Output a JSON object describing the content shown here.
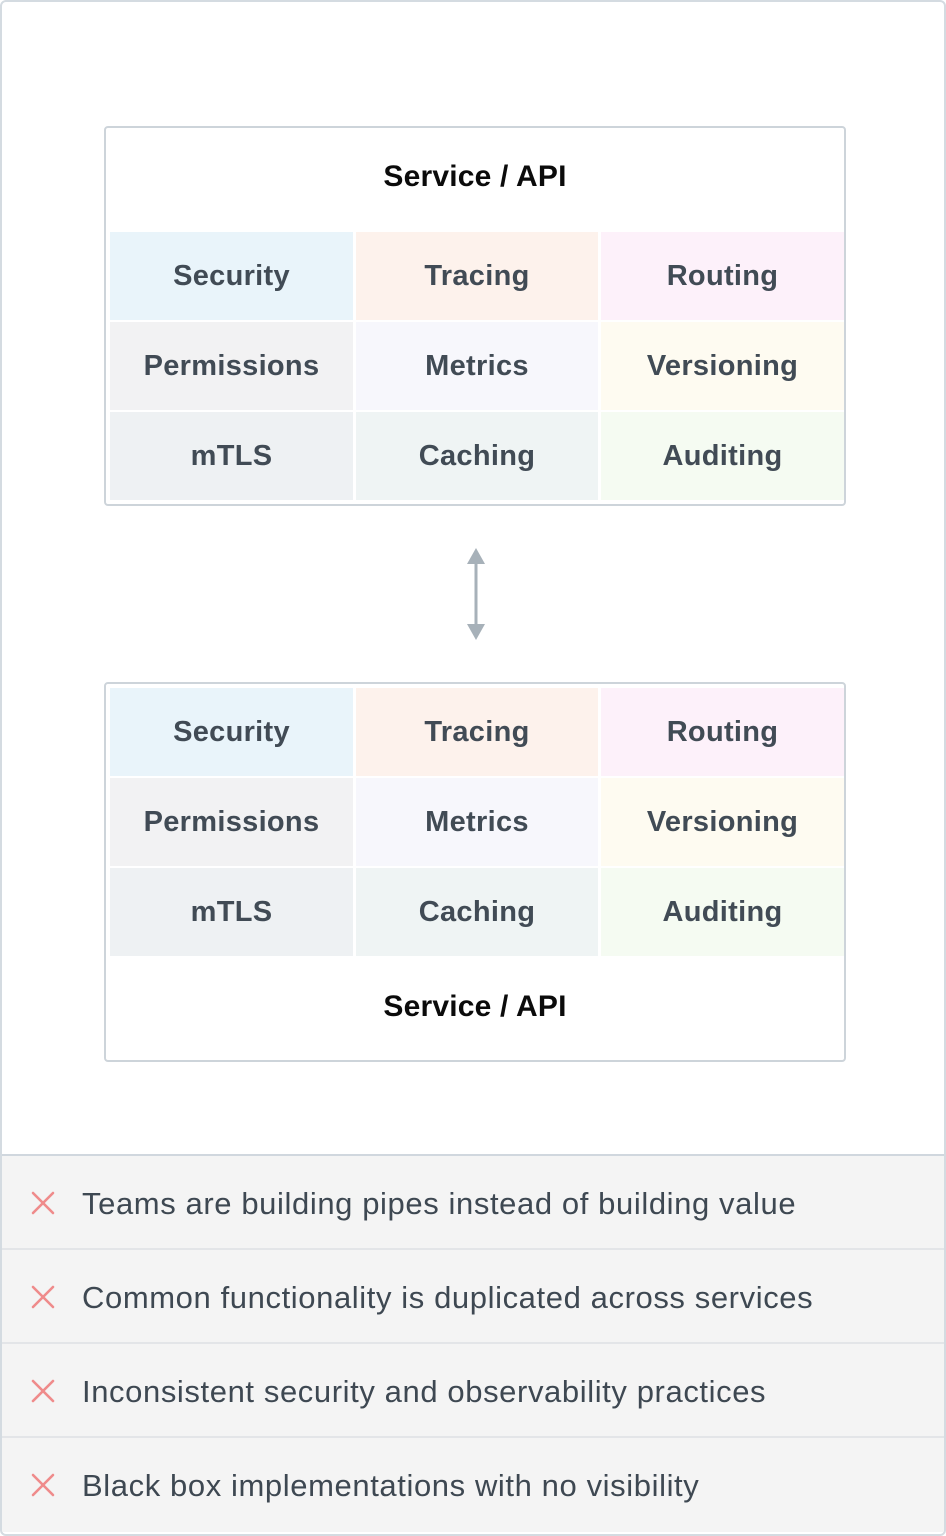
{
  "top_service": {
    "title": "Service / API",
    "cells": [
      {
        "label": "Security",
        "color": "#e9f4fa"
      },
      {
        "label": "Tracing",
        "color": "#fdf2ec"
      },
      {
        "label": "Routing",
        "color": "#fdf1fa"
      },
      {
        "label": "Permissions",
        "color": "#f2f2f3"
      },
      {
        "label": "Metrics",
        "color": "#f7f7fc"
      },
      {
        "label": "Versioning",
        "color": "#fefbf1"
      },
      {
        "label": "mTLS",
        "color": "#eef1f3"
      },
      {
        "label": "Caching",
        "color": "#eff4f4"
      },
      {
        "label": "Auditing",
        "color": "#f5fbf2"
      }
    ]
  },
  "bottom_service": {
    "title": "Service / API",
    "cells": [
      {
        "label": "Security",
        "color": "#e9f4fa"
      },
      {
        "label": "Tracing",
        "color": "#fdf2ec"
      },
      {
        "label": "Routing",
        "color": "#fdf1fa"
      },
      {
        "label": "Permissions",
        "color": "#f2f2f3"
      },
      {
        "label": "Metrics",
        "color": "#f7f7fc"
      },
      {
        "label": "Versioning",
        "color": "#fefbf1"
      },
      {
        "label": "mTLS",
        "color": "#eef1f3"
      },
      {
        "label": "Caching",
        "color": "#eff4f4"
      },
      {
        "label": "Auditing",
        "color": "#f5fbf2"
      }
    ]
  },
  "connector": {
    "icon": "bidirectional-arrow-icon",
    "color": "#a7b1b9"
  },
  "issues": {
    "icon": "close-icon",
    "icon_color": "#ef8b8b",
    "items": [
      "Teams are building pipes instead of building value",
      "Common functionality is duplicated across services",
      "Inconsistent security and observability practices",
      "Black box implementations with no visibility"
    ]
  }
}
